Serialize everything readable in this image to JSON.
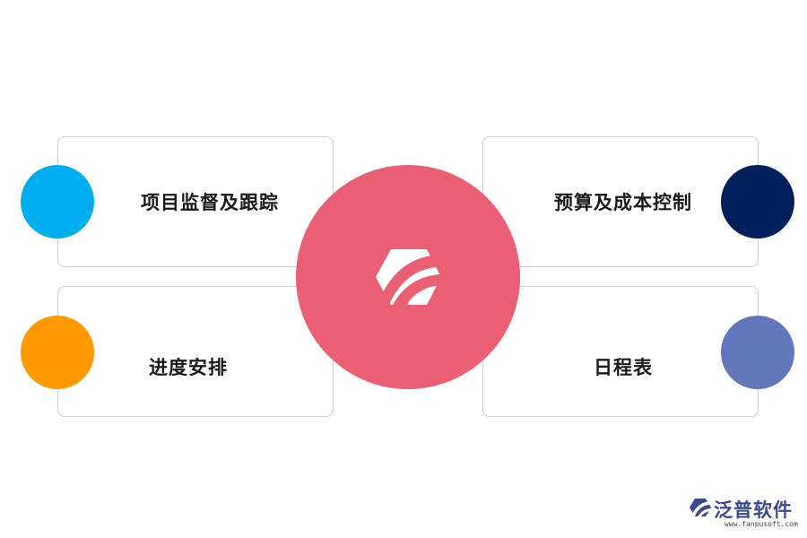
{
  "items": {
    "top_left": {
      "label": "项目监督及跟踪",
      "color": "#00aeef"
    },
    "top_right": {
      "label": "预算及成本控制",
      "color": "#00205b"
    },
    "bottom_left": {
      "label": "进度安排",
      "color": "#ff9900"
    },
    "bottom_right": {
      "label": "日程表",
      "color": "#6276bb"
    }
  },
  "hub": {
    "color": "#ea5f73",
    "icon": "fanpu-logo-icon"
  },
  "watermark": {
    "brand": "泛普软件",
    "url": "www.fanpusoft.com",
    "color": "#3b4a8c"
  }
}
